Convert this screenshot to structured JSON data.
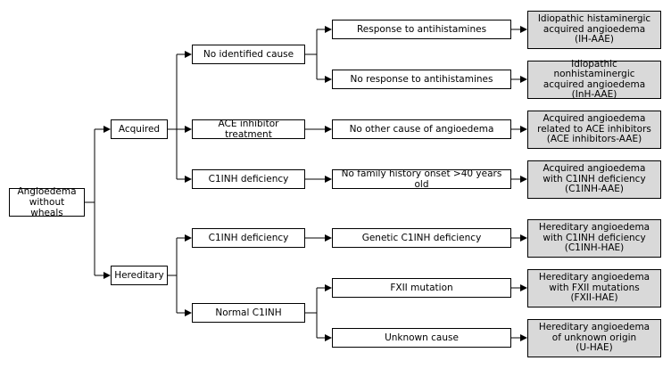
{
  "colors": {
    "line": "#000000",
    "box_fill": "#ffffff",
    "outcome_fill": "#d9d9d9"
  },
  "nodes": {
    "root": "Angioedema\nwithout wheals",
    "acquired": "Acquired",
    "hereditary": "Hereditary",
    "no_identified_cause": "No identified cause",
    "ace_inhibitor_treatment": "ACE inhibitor treatment",
    "c1inh_deficiency_acq": "C1INH deficiency",
    "c1inh_deficiency_her": "C1INH deficiency",
    "normal_c1inh": "Normal C1INH",
    "response_antihistamines": "Response to antihistamines",
    "no_response_antihistamines": "No response to antihistamines",
    "no_other_cause": "No other cause of angioedema",
    "no_family_history": "No family history onset >40 years old",
    "genetic_c1inh_deficiency": "Genetic C1INH deficiency",
    "fxii_mutation": "FXII mutation",
    "unknown_cause": "Unknown cause"
  },
  "outcomes": {
    "ih_aae": "Idiopathic histaminergic\nacquired angioedema\n(IH-AAE)",
    "inh_aae": "Idiopathic nonhistaminergic\nacquired angioedema\n(InH-AAE)",
    "ace_aae": "Acquired angioedema\nrelated to ACE inhibitors\n(ACE inhibitors-AAE)",
    "c1inh_aae": "Acquired angioedema\nwith C1INH deficiency\n(C1INH-AAE)",
    "c1inh_hae": "Hereditary angioedema\nwith C1INH deficiency\n(C1INH-HAE)",
    "fxii_hae": "Hereditary angioedema\nwith FXII mutations\n(FXII-HAE)",
    "u_hae": "Hereditary angioedema\nof unknown origin\n(U-HAE)"
  }
}
